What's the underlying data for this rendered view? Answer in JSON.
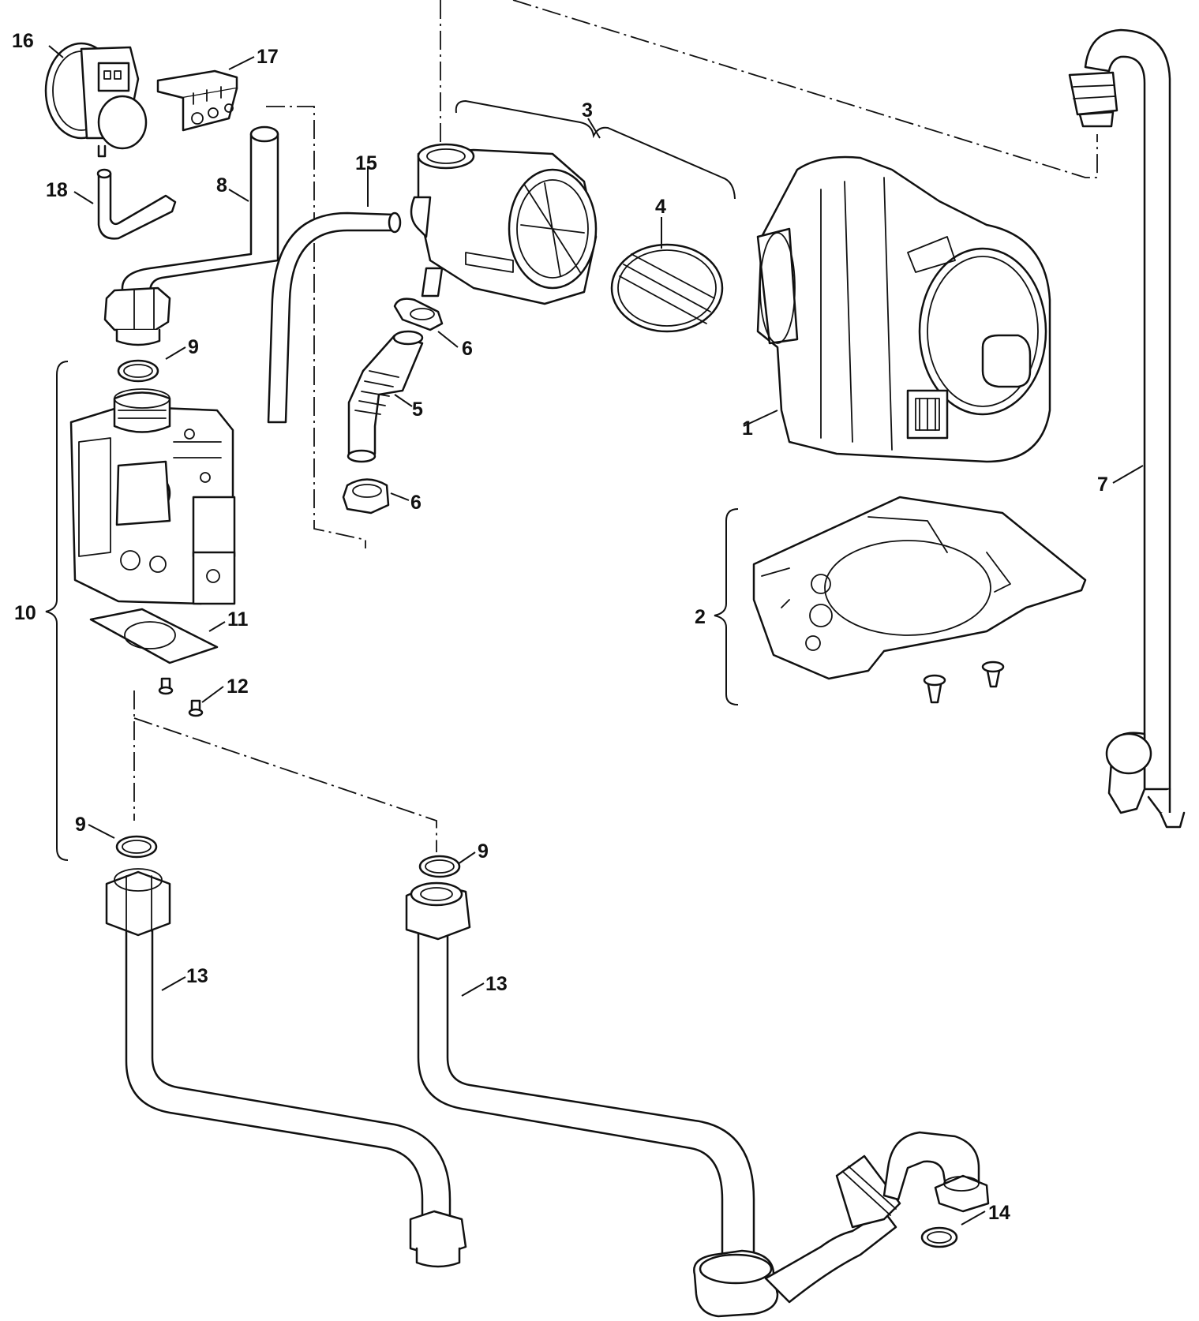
{
  "callouts": {
    "c1": "1",
    "c2": "2",
    "c3": "3",
    "c4": "4",
    "c5": "5",
    "c6a": "6",
    "c6b": "6",
    "c7": "7",
    "c8": "8",
    "c9a": "9",
    "c9b": "9",
    "c9c": "9",
    "c10": "10",
    "c11": "11",
    "c12": "12",
    "c13a": "13",
    "c13b": "13",
    "c14": "14",
    "c15": "15",
    "c16": "16",
    "c17": "17",
    "c18": "18"
  },
  "colors": {
    "line": "#111111",
    "background": "#ffffff"
  }
}
